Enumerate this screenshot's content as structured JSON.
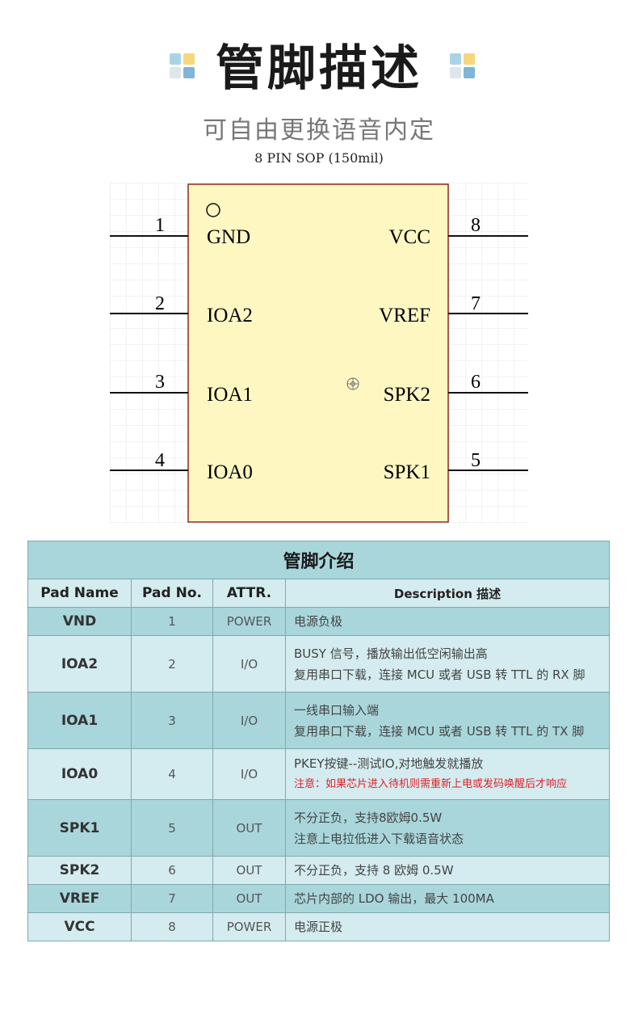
{
  "header": {
    "title": "管脚描述",
    "subtitle": "可自由更换语音内定",
    "package": "8 PIN SOP (150mil)"
  },
  "diagram": {
    "pins": [
      {
        "number": "1",
        "label": "GND"
      },
      {
        "number": "2",
        "label": "IOA2"
      },
      {
        "number": "3",
        "label": "IOA1"
      },
      {
        "number": "4",
        "label": "IOA0"
      },
      {
        "number": "5",
        "label": "SPK1"
      },
      {
        "number": "6",
        "label": "SPK2"
      },
      {
        "number": "7",
        "label": "VREF"
      },
      {
        "number": "8",
        "label": "VCC"
      }
    ]
  },
  "table": {
    "caption": "管脚介绍",
    "headers": [
      "Pad Name",
      "Pad No.",
      "ATTR.",
      "Description 描述"
    ],
    "rows": [
      {
        "name": "VND",
        "no": "1",
        "attr": "POWER",
        "desc1": "电源负极",
        "desc2": ""
      },
      {
        "name": "IOA2",
        "no": "2",
        "attr": "I/O",
        "desc1": "BUSY 信号，播放输出低空闲输出高",
        "desc2": "复用串口下载，连接 MCU 或者 USB 转 TTL 的 RX 脚"
      },
      {
        "name": "IOA1",
        "no": "3",
        "attr": "I/O",
        "desc1": "一线串口输入端",
        "desc2": "复用串口下载，连接 MCU 或者 USB 转 TTL 的 TX 脚"
      },
      {
        "name": "IOA0",
        "no": "4",
        "attr": "I/O",
        "desc1": "PKEY按键--测试IO,对地触发就播放",
        "desc2": "注意：如果芯片进入待机则需重新上电或发码唤醒后才响应"
      },
      {
        "name": "SPK1",
        "no": "5",
        "attr": "OUT",
        "desc1": "不分正负，支持8欧姆0.5W",
        "desc2": "注意上电拉低进入下载语音状态"
      },
      {
        "name": "SPK2",
        "no": "6",
        "attr": "OUT",
        "desc1": "不分正负，支持 8 欧姆 0.5W",
        "desc2": ""
      },
      {
        "name": "VREF",
        "no": "7",
        "attr": "OUT",
        "desc1": "芯片内部的 LDO 输出，最大 100MA",
        "desc2": ""
      },
      {
        "name": "VCC",
        "no": "8",
        "attr": "POWER",
        "desc1": "电源正极",
        "desc2": ""
      }
    ]
  },
  "colors": {
    "caption_bg": "#a9d6db",
    "light_row_bg": "#d4ecef",
    "chip_fill": "#fff7c2",
    "chip_border": "#8b2a1a",
    "warning_text": "#e0202a"
  }
}
